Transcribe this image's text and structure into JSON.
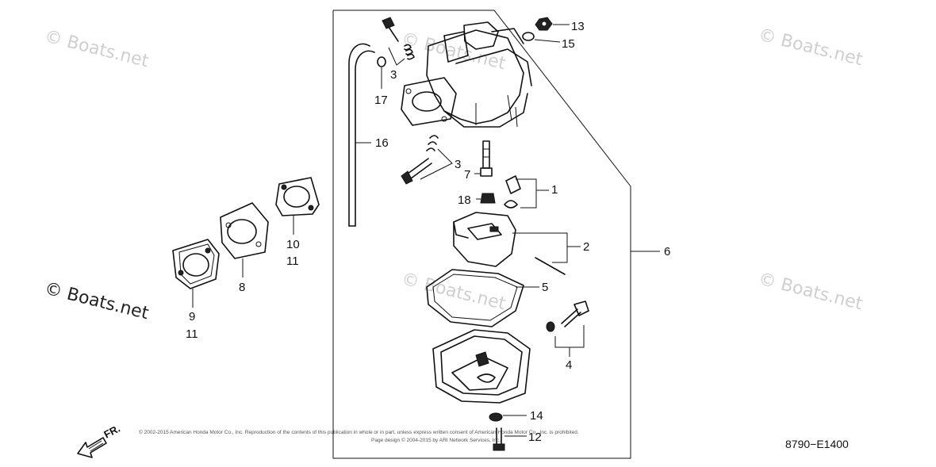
{
  "watermarks": [
    "© Boats.net",
    "© Boats.net",
    "© Boats.net",
    "© Boats.net",
    "© Boats.net",
    "© Boats.net"
  ],
  "callouts": {
    "c13": "13",
    "c15": "15",
    "c3a": "3",
    "c17": "17",
    "c16": "16",
    "c3b": "3",
    "c7": "7",
    "c1": "1",
    "c18": "18",
    "c2": "2",
    "c6": "6",
    "c5": "5",
    "c10": "10",
    "c11a": "11",
    "c8": "8",
    "c9": "9",
    "c11b": "11",
    "c4": "4",
    "c14": "14",
    "c12": "12"
  },
  "copyright": [
    "© 2002-2015 American Honda Motor Co., Inc. Reproduction of the contents of this publication in whole or in part, unless express written consent of American Honda Motor Co., Inc. is prohibited.",
    "Page design © 2004-2015 by ARI Network Services, Inc."
  ],
  "diagram_code": "8790−E1400",
  "direction_label": "FR."
}
